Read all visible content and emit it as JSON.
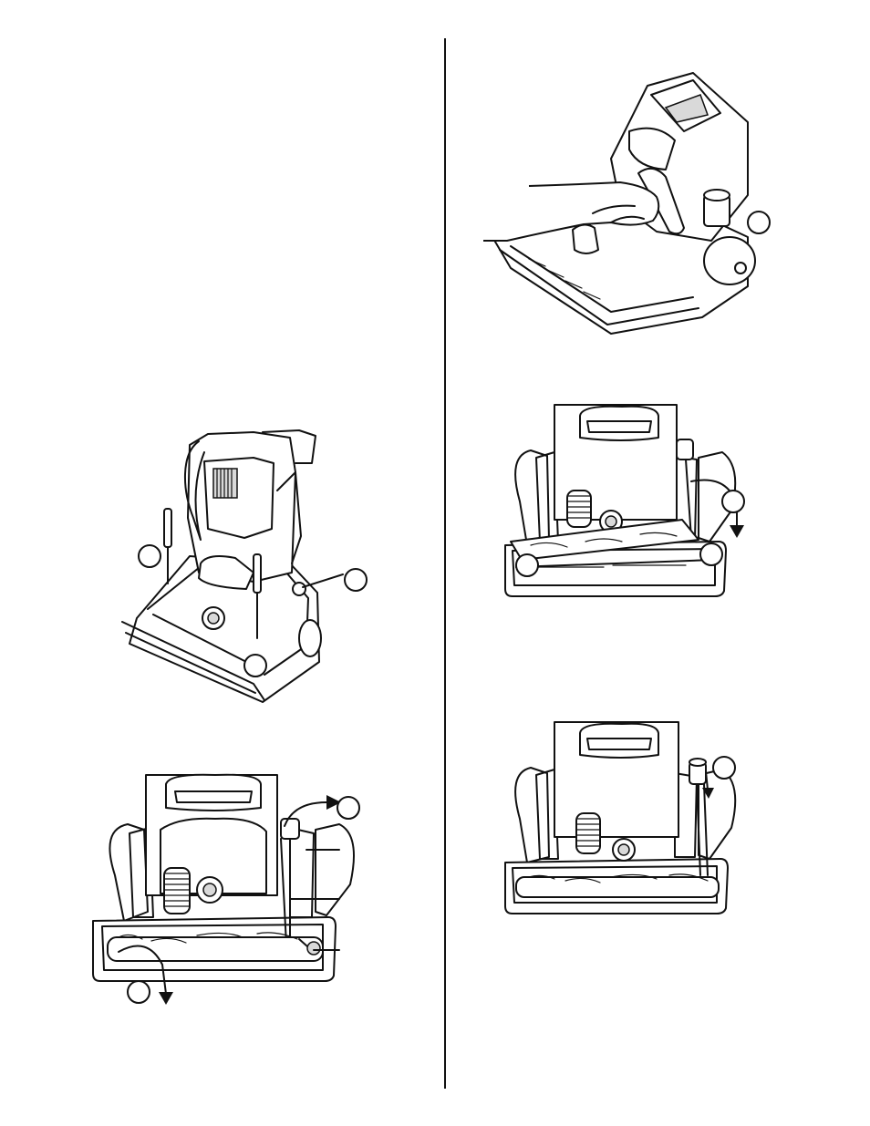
{
  "figures": [
    {
      "name": "figure-upright-screwdrivers",
      "callouts": 3
    },
    {
      "name": "figure-belt-hand",
      "callouts": 1
    },
    {
      "name": "figure-belt-removal",
      "callouts": 3
    },
    {
      "name": "figure-brushroll-lift",
      "callouts": 1
    },
    {
      "name": "figure-belt-install",
      "callouts": 1
    }
  ],
  "colors": {
    "line": "#111111",
    "fill": "#ffffff",
    "shade": "#d9d9d9"
  }
}
